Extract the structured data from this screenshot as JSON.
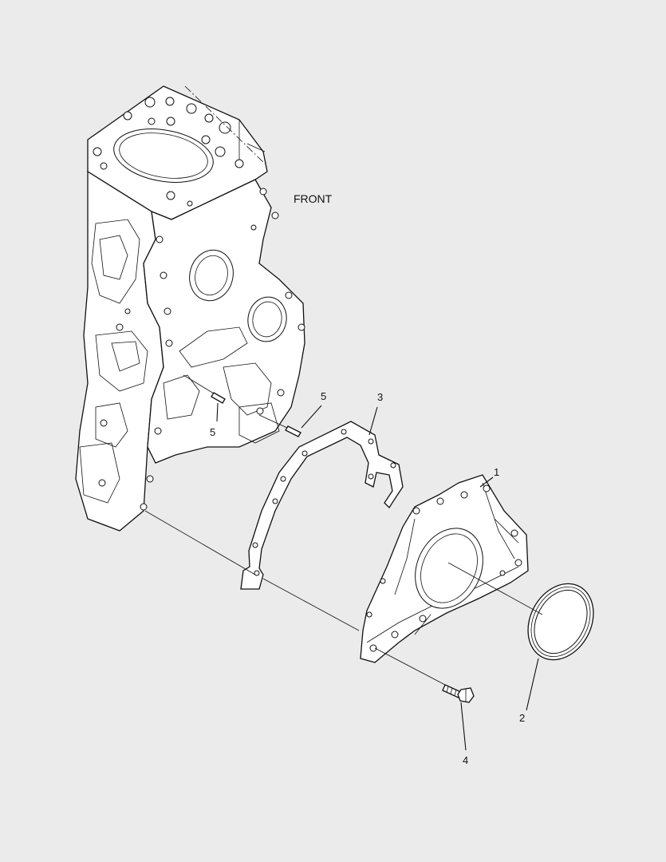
{
  "labels": {
    "front": "FRONT",
    "callout_1": "1",
    "callout_2": "2",
    "callout_3": "3",
    "callout_4": "4",
    "callout_5a": "5",
    "callout_5b": "5"
  },
  "colors": {
    "background": "#ebebeb",
    "line": "#111111",
    "part_fill": "#ffffff"
  }
}
